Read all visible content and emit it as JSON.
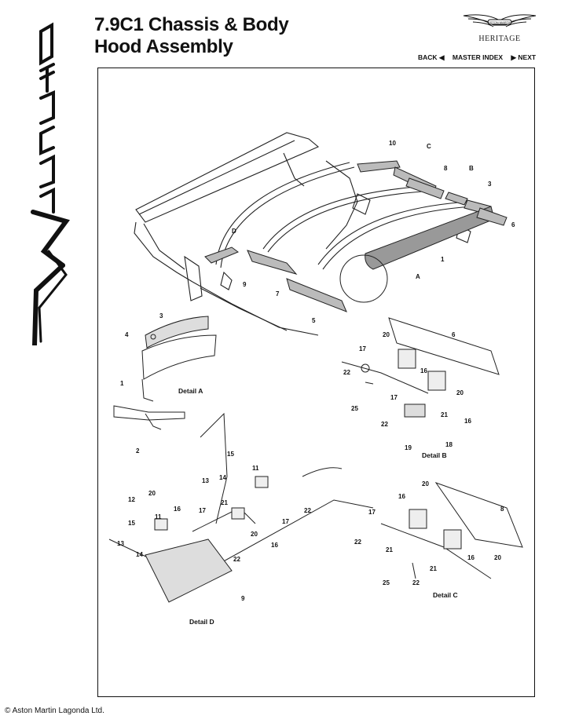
{
  "header": {
    "title_line1": "7.9C1 Chassis & Body",
    "title_line2": "Hood Assembly",
    "brand_logo_text": "ASTON MARTIN",
    "heritage": "HERITAGE",
    "vantage_logo_text": "Vantage"
  },
  "nav": {
    "back": "BACK",
    "back_icon": "triangle-left",
    "master_index": "MASTER INDEX",
    "next": "NEXT",
    "next_icon": "triangle-right"
  },
  "diagram": {
    "main_callouts": [
      "10",
      "C",
      "8",
      "B",
      "3",
      "6",
      "1",
      "A",
      "D",
      "9",
      "7",
      "5"
    ],
    "detail_a": {
      "label": "Detail A",
      "callouts": [
        "3",
        "4",
        "1",
        "2"
      ]
    },
    "detail_b": {
      "label": "Detail B",
      "callouts": [
        "20",
        "6",
        "17",
        "16",
        "22",
        "20",
        "25",
        "17",
        "21",
        "22",
        "16",
        "18",
        "19"
      ]
    },
    "detail_c": {
      "label": "Detail C",
      "callouts": [
        "20",
        "16",
        "8",
        "17",
        "22",
        "21",
        "16",
        "20",
        "25",
        "22",
        "21"
      ]
    },
    "detail_d": {
      "label": "Detail D",
      "callouts": [
        "15",
        "14",
        "11",
        "13",
        "21",
        "12",
        "20",
        "17",
        "16",
        "22",
        "15",
        "11",
        "17",
        "20",
        "16",
        "13",
        "14",
        "22",
        "9"
      ]
    }
  },
  "footer": {
    "copyright": "© Aston Martin Lagonda Ltd."
  }
}
